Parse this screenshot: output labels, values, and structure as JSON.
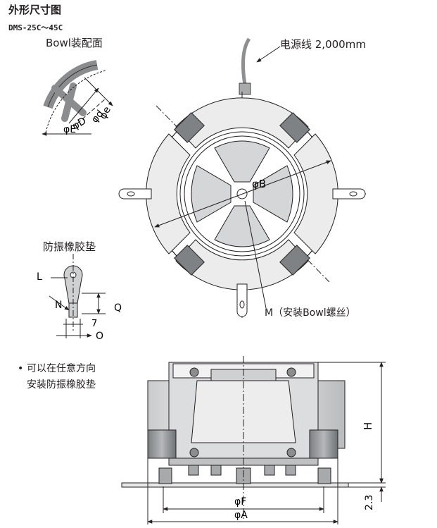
{
  "header": {
    "title": "外形尺寸图",
    "model_range": "DMS-25C～45C"
  },
  "views": {
    "bowl_mount_face": {
      "label": "Bowl装配面",
      "dims": {
        "e": "φe",
        "d": "φd",
        "D": "φD",
        "E": "φE"
      }
    },
    "top_view": {
      "cable_label": "电源线 2,000mm",
      "bolt_label": "M（安装Bowl螺丝）",
      "dim_B": "φB"
    },
    "rubber_mount": {
      "label": "防振橡胶垫",
      "dims": {
        "L": "L",
        "N": "N",
        "Q": "Q",
        "O": "O",
        "seven": "7"
      }
    },
    "side_view": {
      "dims": {
        "H": "H",
        "gap": "2.3",
        "F": "φF",
        "A": "φA"
      }
    }
  },
  "note": {
    "bullet": "•",
    "lines": [
      "可以在任意方向",
      "安装防振橡胶垫"
    ]
  }
}
